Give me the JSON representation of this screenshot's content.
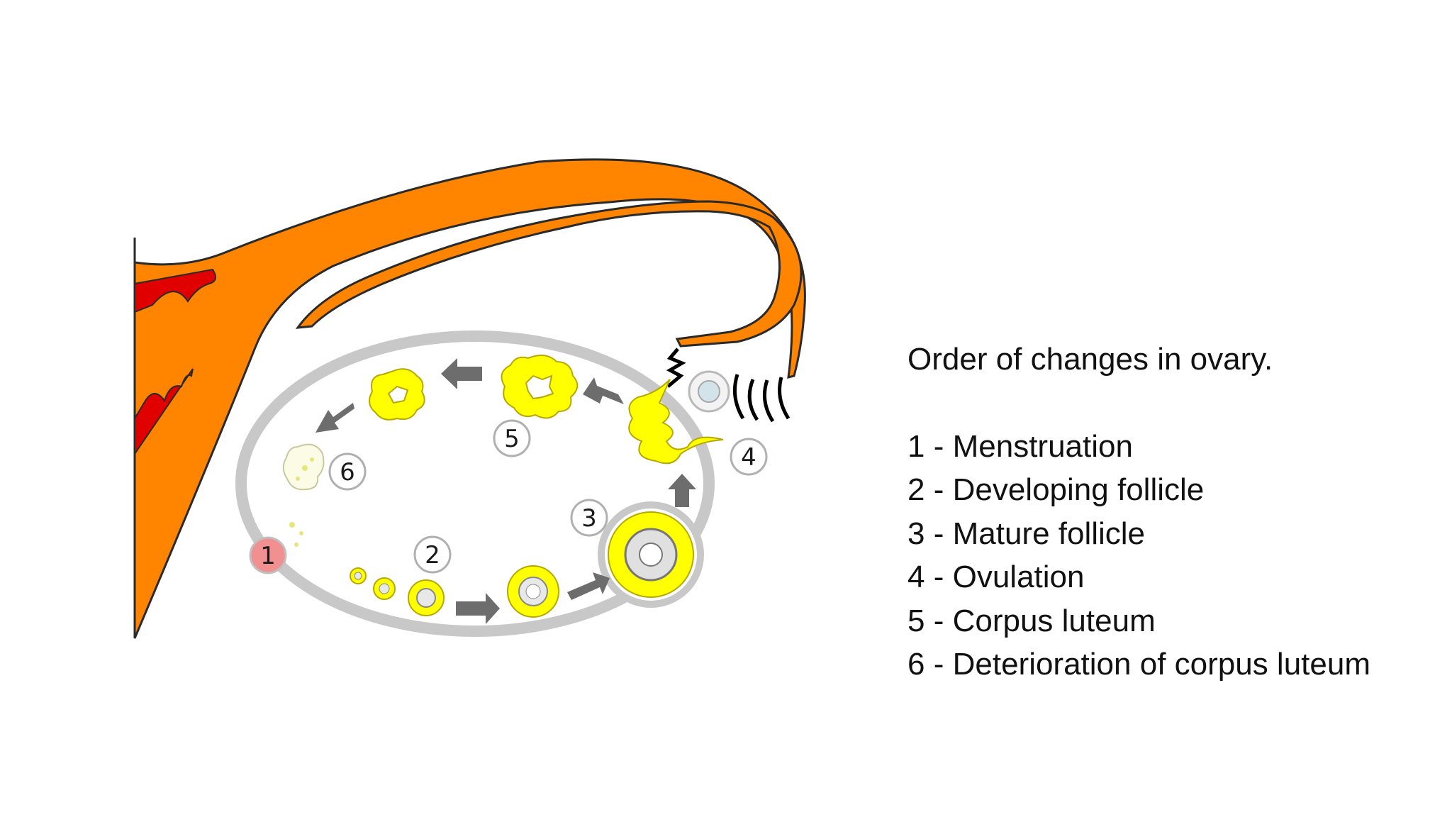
{
  "legend": {
    "title": "Order of changes in ovary.",
    "items": [
      {
        "number": "1",
        "text": "Menstruation"
      },
      {
        "number": "2",
        "text": "Developing follicle"
      },
      {
        "number": "3",
        "text": "Mature follicle"
      },
      {
        "number": "4",
        "text": "Ovulation"
      },
      {
        "number": "5",
        "text": "Corpus luteum"
      },
      {
        "number": "6",
        "text": "Deterioration of corpus luteum"
      }
    ]
  },
  "stage_markers": [
    "1",
    "2",
    "3",
    "4",
    "5",
    "6"
  ],
  "colors": {
    "tube": "#ff8400",
    "endometrium": "#e00000",
    "ovary_wall": "#c8c8c8",
    "follicle": "#ffff00",
    "arrow": "#6d6d6d",
    "menstruation_marker": "#f09090"
  }
}
